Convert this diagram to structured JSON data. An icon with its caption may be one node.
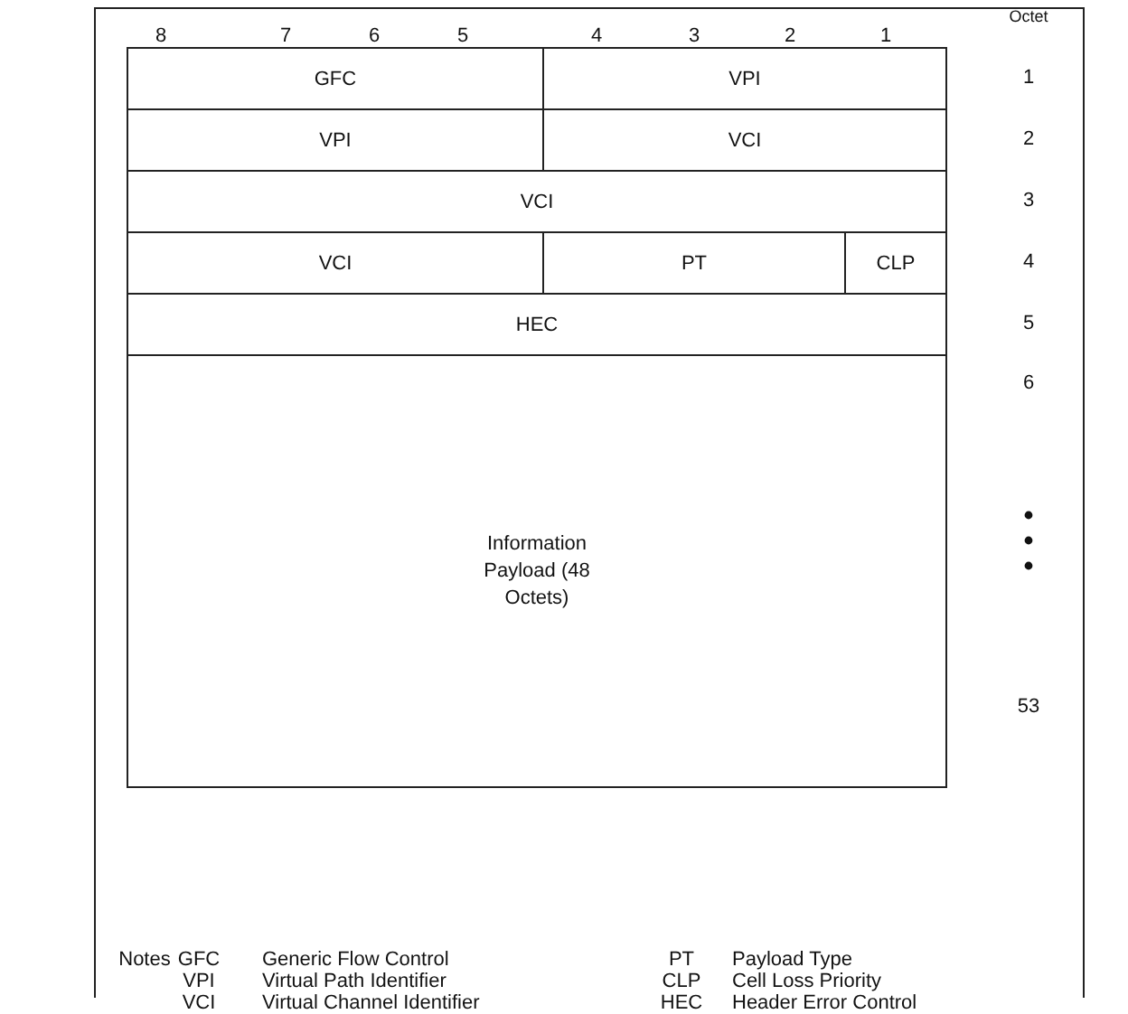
{
  "diagram": {
    "nodes": [
      {
        "text": [
          "GFC"
        ]
      },
      {
        "text": [
          "VPI"
        ]
      },
      {
        "text": [
          "VPI"
        ]
      },
      {
        "text": [
          "VCI"
        ]
      },
      {
        "text": [
          "VCI"
        ]
      },
      {
        "text": [
          "VCI"
        ]
      },
      {
        "text": [
          "PT"
        ]
      },
      {
        "text": [
          "CLP"
        ]
      },
      {
        "text": [
          "HEC"
        ]
      },
      {
        "text": [
          "Information Payload (48 Octets)"
        ]
      }
    ],
    "labels": [
      "Octet",
      "8",
      "7",
      "6",
      "5",
      "4",
      "3",
      "2",
      "1",
      "1",
      "2",
      "3",
      "4",
      "5",
      "6",
      "53",
      "Notes",
      "GFC",
      "Generic Flow Control",
      "PT",
      "Payload Type",
      "VPI",
      "Virtual Path Identifier",
      "CLP",
      "Cell Loss Priority",
      "VCI",
      "Virtual Channel Identifier",
      "HEC",
      "Header Error Control"
    ]
  }
}
